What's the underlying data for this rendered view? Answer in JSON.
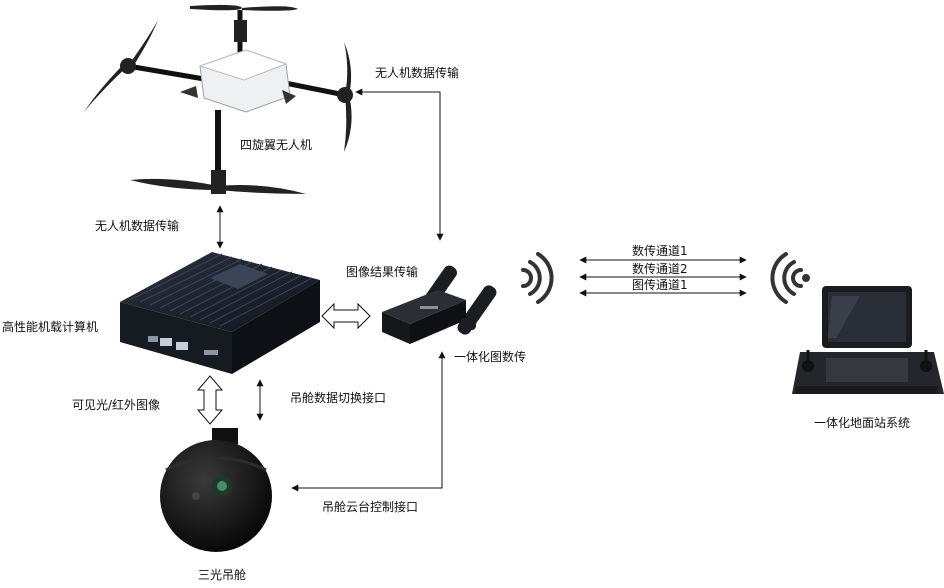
{
  "labels": {
    "drone": "四旋翼无人机",
    "drone_data_top": "无人机数据传输",
    "drone_data_left": "无人机数据传输",
    "computer": "高性能机载计算机",
    "image_result": "图像结果传输",
    "datalink": "一体化图数传",
    "vis_ir": "可见光/红外图像",
    "gimbal_switch": "吊舱数据切换接口",
    "gimbal_ptz": "吊舱云台控制接口",
    "gimbal": "三光吊舱",
    "ground_station": "一体化地面站系统",
    "channels": [
      "数传通道1",
      "数传通道2",
      "图传通道1"
    ]
  },
  "colors": {
    "line": "#111111",
    "device": "#1b1d22",
    "drone_body": "#eef0f2"
  }
}
